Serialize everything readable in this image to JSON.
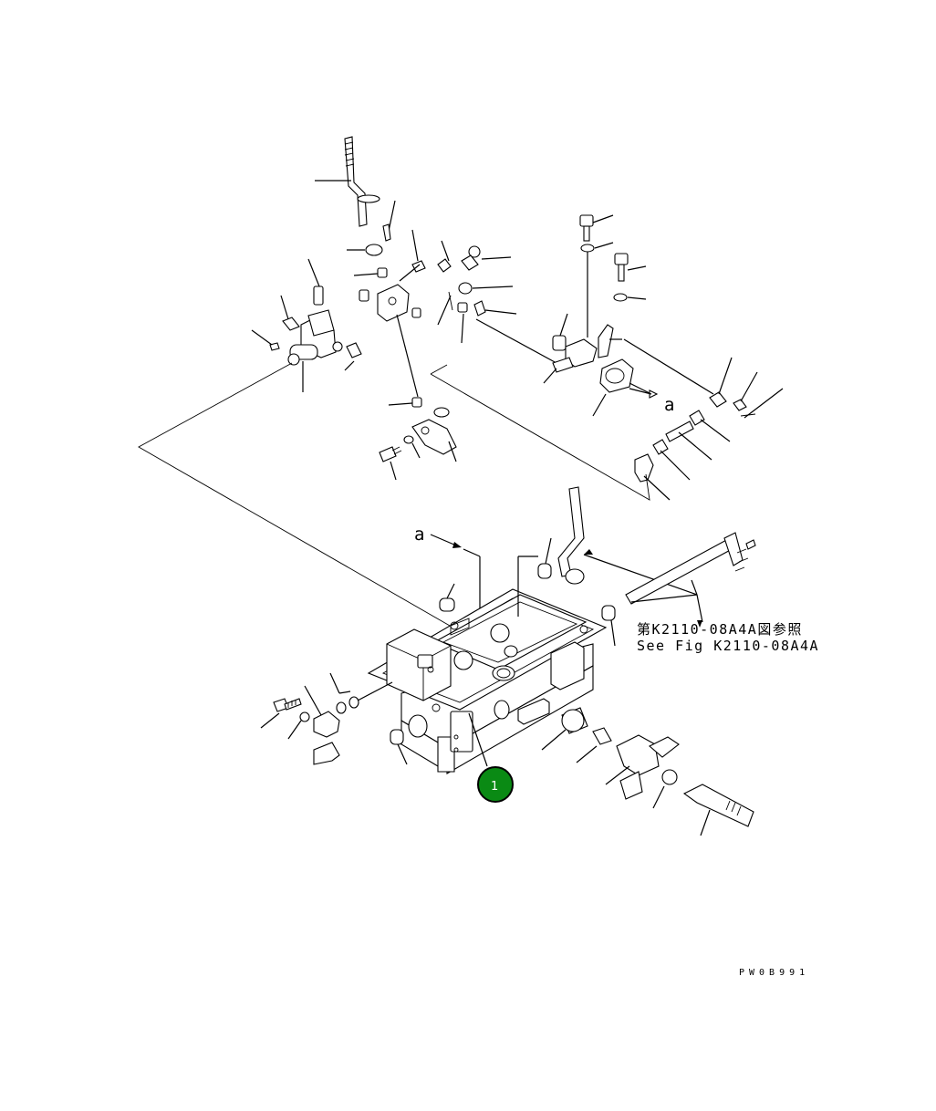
{
  "diagram": {
    "view_labels": [
      "a",
      "a"
    ],
    "reference_note": {
      "line_jp": "第K2110-08A4A図参照",
      "line_en": "See Fig K2110-08A4A"
    },
    "callouts": [
      {
        "number": "1",
        "color": "#0a8a14"
      }
    ],
    "drawing_code": "PW0B991"
  }
}
